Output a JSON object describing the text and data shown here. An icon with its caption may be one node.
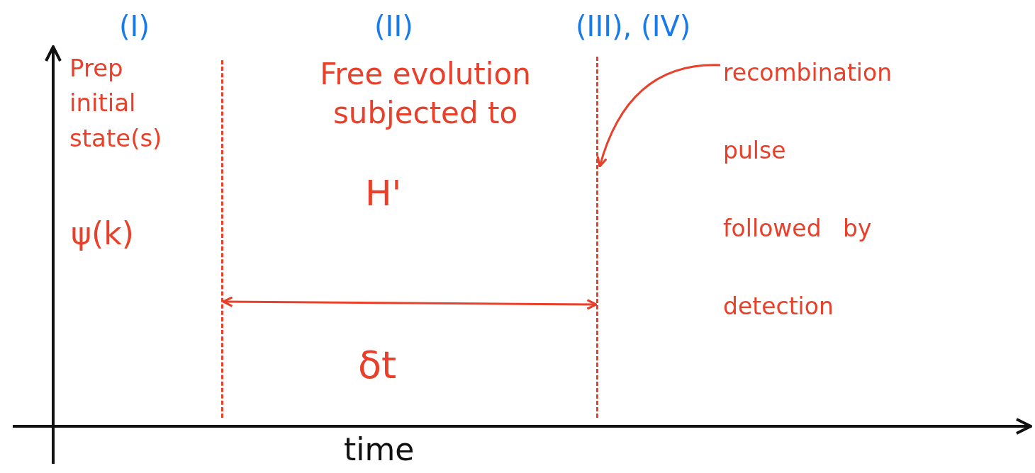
{
  "diagram": {
    "nodes": [
      {
        "text": [],
        "shape": "line"
      },
      {
        "text": [],
        "shape": "line"
      },
      {
        "text": [
          "recombination pulse followed by detection"
        ]
      }
    ],
    "edges": [
      {
        "from": 2,
        "to": 1,
        "arrow": "to"
      },
      {
        "from": 0,
        "to": 1,
        "arrow": "both"
      }
    ],
    "labels": [
      "(I)",
      "(II)",
      "(III), (IV)",
      "Prep initial state(s)",
      "Free evolution subjected to",
      "H'",
      "ψ(k)",
      "δt",
      "time"
    ]
  }
}
